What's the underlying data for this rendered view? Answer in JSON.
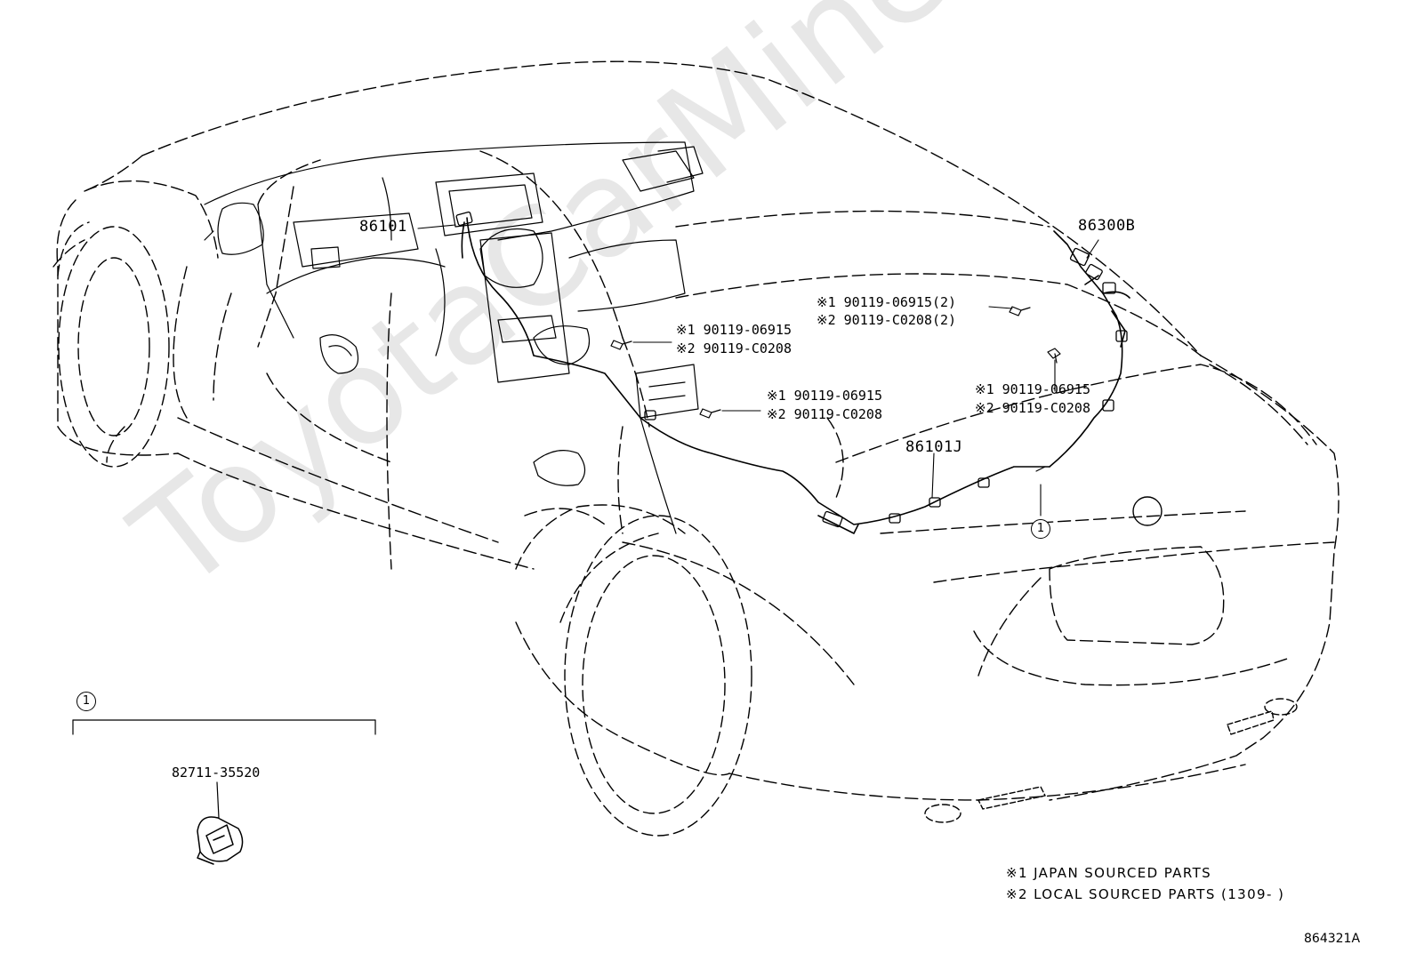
{
  "watermark": "ToyotaCarMine.ru",
  "callouts": {
    "part_86101": "86101",
    "part_86300B": "86300B",
    "part_86101J": "86101J",
    "part_82711": "82711-35520",
    "ref_1": "1",
    "group_1": "1"
  },
  "screws": {
    "upper_right": {
      "line1": "※1 90119-06915(2)",
      "line2": "※2 90119-C0208(2)"
    },
    "center": {
      "line1": "※1 90119-06915",
      "line2": "※2 90119-C0208"
    },
    "middle": {
      "line1": "※1 90119-06915",
      "line2": "※2 90119-C0208"
    },
    "right": {
      "line1": "※1 90119-06915",
      "line2": "※2 90119-C0208"
    }
  },
  "notes": {
    "note1": "※1 JAPAN SOURCED PARTS",
    "note2": "※2 LOCAL SOURCED PARTS (1309-      )"
  },
  "diagram_id": "864321A"
}
